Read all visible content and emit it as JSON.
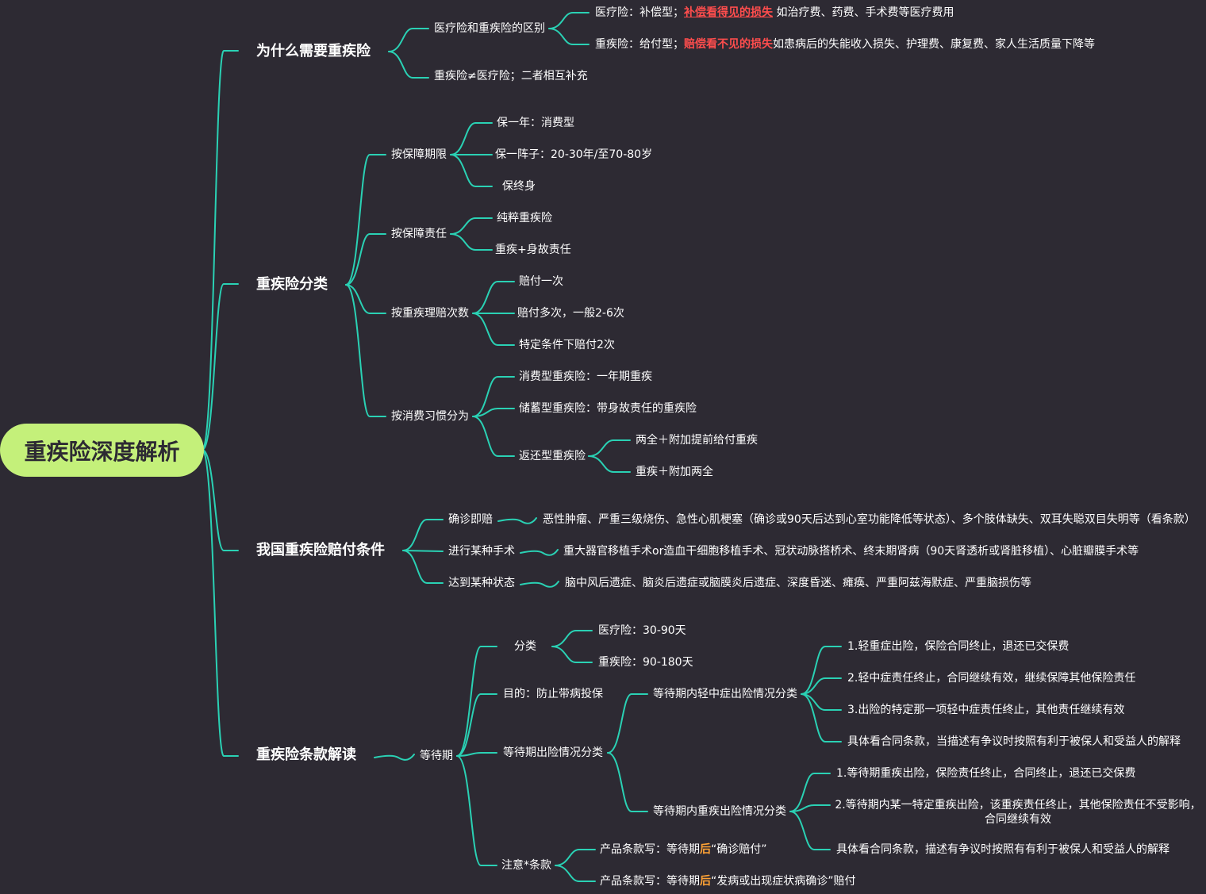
{
  "root": {
    "label": "重疾险深度解析"
  },
  "why": {
    "title": "为什么需要重疾险",
    "diff": {
      "label": "医疗险和重疾险的区别",
      "medical": {
        "pre": "医疗险：补偿型；",
        "highlight": "补偿看得见的损失",
        "post": " 如治疗费、药费、手术费等医疗费用"
      },
      "critical": {
        "pre": "重疾险：给付型；",
        "highlight": "赔偿看不见的损失",
        "post": "如患病后的失能收入损失、护理费、康复费、家人生活质量下降等"
      }
    },
    "neq": "重疾险≠医疗险；二者相互补充"
  },
  "classes": {
    "title": "重疾险分类",
    "period": {
      "label": "按保障期限",
      "items": [
        "保一年：消费型",
        "保一阵子：20-30年/至70-80岁",
        "保终身"
      ]
    },
    "duty": {
      "label": "按保障责任",
      "items": [
        "纯粹重疾险",
        "重疾+身故责任"
      ]
    },
    "claims": {
      "label": "按重疾理赔次数",
      "items": [
        "赔付一次",
        "赔付多次，一般2-6次",
        "特定条件下赔付2次"
      ]
    },
    "habit": {
      "label": "按消费习惯分为",
      "items": [
        "消费型重疾险：一年期重疾",
        "储蓄型重疾险：带身故责任的重疾险"
      ],
      "refund": {
        "label": "返还型重疾险",
        "items": [
          "两全＋附加提前给付重疾",
          "重疾＋附加两全"
        ]
      }
    }
  },
  "conditions": {
    "title": "我国重疾险赔付条件",
    "items": [
      {
        "label": "确诊即赔",
        "detail": "恶性肿瘤、严重三级烧伤、急性心肌梗塞（确诊或90天后达到心室功能降低等状态）、多个肢体缺失、双耳失聪双目失明等（看条款）"
      },
      {
        "label": "进行某种手术",
        "detail": "重大器官移植手术or造血干细胞移植手术、冠状动脉搭桥术、终末期肾病（90天肾透析或肾脏移植）、心脏瓣膜手术等"
      },
      {
        "label": "达到某种状态",
        "detail": "脑中风后遗症、脑炎后遗症或脑膜炎后遗症、深度昏迷、瘫痪、严重阿兹海默症、严重脑损伤等"
      }
    ]
  },
  "clauses": {
    "title": "重疾险条款解读",
    "waiting": {
      "label": "等待期",
      "category": {
        "label": "分类",
        "items": [
          "医疗险：30-90天",
          "重疾险：90-180天"
        ]
      },
      "purpose": "目的：防止带病投保",
      "cases": {
        "label": "等待期出险情况分类",
        "mild": {
          "label": "等待期内轻中症出险情况分类",
          "items": [
            "1.轻重症出险，保险合同终止，退还已交保费",
            "2.轻中症责任终止，合同继续有效，继续保障其他保险责任",
            "3.出险的特定那一项轻中症责任终止，其他责任继续有效",
            "具体看合同条款，当描述有争议时按照有利于被保人和受益人的解释"
          ]
        },
        "severe": {
          "label": "等待期内重疾出险情况分类",
          "item1": "1.等待期重疾出险，保险责任终止，合同终止，退还已交保费",
          "item2_line1": "2.等待期内某一特定重疾出险，该重疾责任终止，其他保险责任不受影响，",
          "item2_line2": "合同继续有效",
          "item3": "具体看合同条款，描述有争议时按照有有利于被保人和受益人的解释"
        }
      },
      "note": {
        "label": "注意*条款",
        "item1": {
          "pre": "产品条款写：等待期",
          "hl": "后",
          "post": "“确诊赔付”"
        },
        "item2": {
          "pre": "产品条款写：等待期",
          "hl": "后",
          "post": "“发病或出现症状病确诊”赔付"
        }
      }
    }
  },
  "colors": {
    "background": "#2d2a33",
    "root_fill": "#c4f07a",
    "link": "#2ad1b4",
    "text": "#ffffff",
    "highlight_red": "#ff4d4d",
    "highlight_orange": "#ffa235"
  }
}
